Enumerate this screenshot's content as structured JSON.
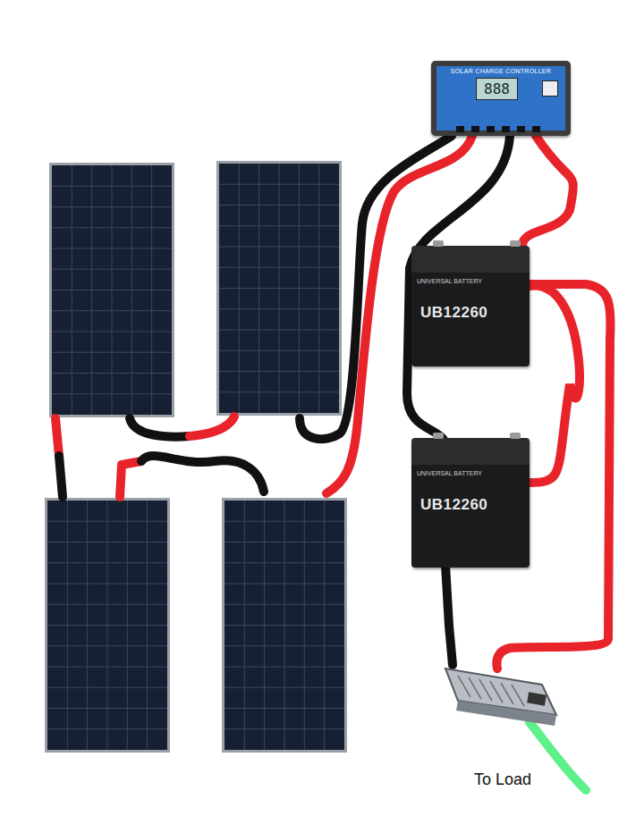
{
  "diagram": {
    "nodes": [
      {
        "text": [
          "SOLAR CHARGE CONTROLLER",
          "888"
        ]
      },
      {
        "text": [
          "UNIVERSAL BATTERY",
          "UB12260"
        ]
      },
      {
        "text": [
          "UNIVERSAL BATTERY",
          "UB12260"
        ]
      }
    ],
    "edges": [
      {
        "from": 0,
        "to": 1,
        "arrow": "none"
      },
      {
        "from": 1,
        "to": 2,
        "arrow": "none"
      }
    ],
    "labels": [
      "To Load"
    ]
  }
}
